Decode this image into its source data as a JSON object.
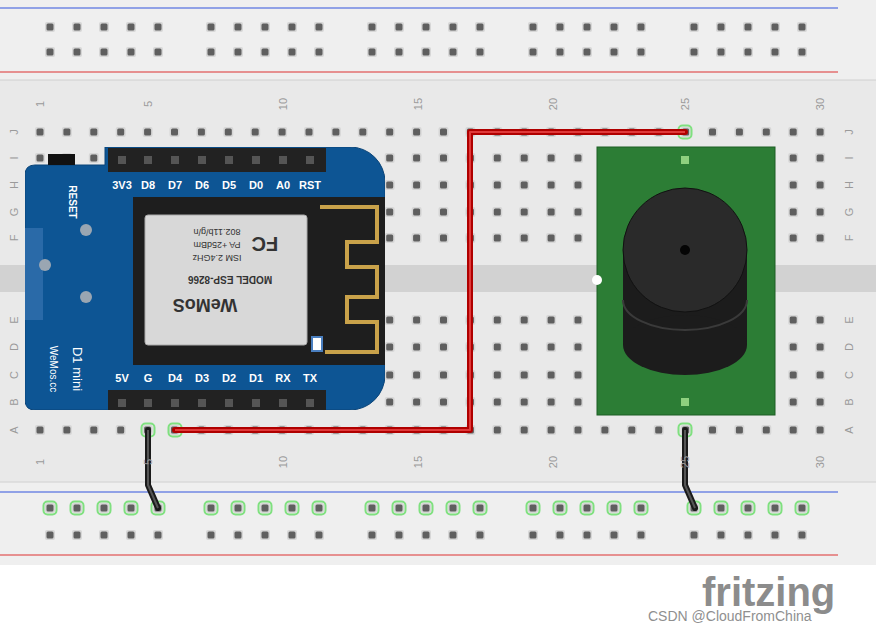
{
  "diagram": {
    "nodes": [
      {
        "text": [
          "1",
          "5",
          "10",
          "15",
          "20",
          "25",
          "30",
          "1",
          "5",
          "10",
          "15",
          "20",
          "25",
          "30",
          "J",
          "I",
          "H",
          "G",
          "F",
          "E",
          "D",
          "C",
          "B",
          "A",
          "J",
          "I",
          "H",
          "G",
          "F",
          "E",
          "D",
          "C",
          "B",
          "A"
        ]
      },
      {
        "text": [
          "RESET",
          "3V3",
          "D8",
          "D7",
          "D6",
          "D5",
          "D0",
          "A0",
          "RST",
          "5V",
          "G",
          "D4",
          "D3",
          "D2",
          "D1",
          "RX",
          "TX",
          "802.11b/g/n",
          "PA +25dBm",
          "ISM 2.4GHz",
          "FC",
          "MODEL ESP-8266",
          "WeMoS",
          "D1 mini",
          "WeMos.cc"
        ],
        "in": 0
      }
    ],
    "labels": [
      "fritzing",
      "CSDN @CloudFromChina"
    ]
  }
}
